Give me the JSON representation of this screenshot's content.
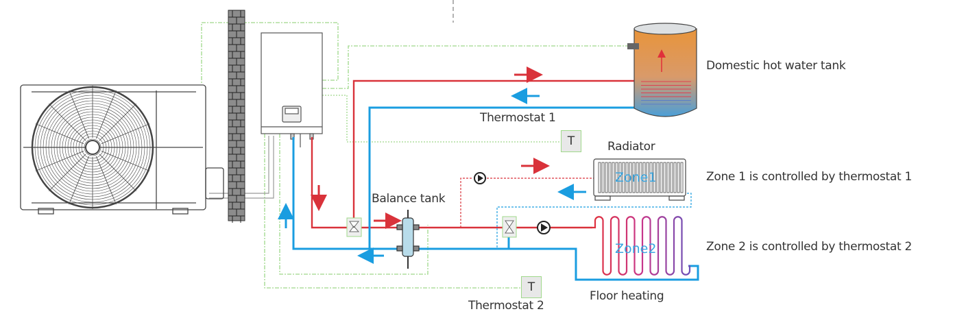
{
  "labels": {
    "dhw_tank": "Domestic hot water tank",
    "thermostat1": "Thermostat 1",
    "thermostat2": "Thermostat 2",
    "radiator": "Radiator",
    "balance_tank": "Balance tank",
    "floor_heating": "Floor heating",
    "zone1_desc": "Zone 1 is controlled by thermostat 1",
    "zone2_desc": "Zone 2 is controlled by thermostat 2",
    "zone1": "Zone1",
    "zone2": "Zone2",
    "thermostat_symbol": "T"
  },
  "colors": {
    "hot_pipe": "#d9323a",
    "cold_pipe": "#1a9de0",
    "signal_wire": "#9fd88a",
    "tank_top": "#e8943a",
    "tank_bottom": "#4a9fd8",
    "wall": "#8c8c8c"
  }
}
